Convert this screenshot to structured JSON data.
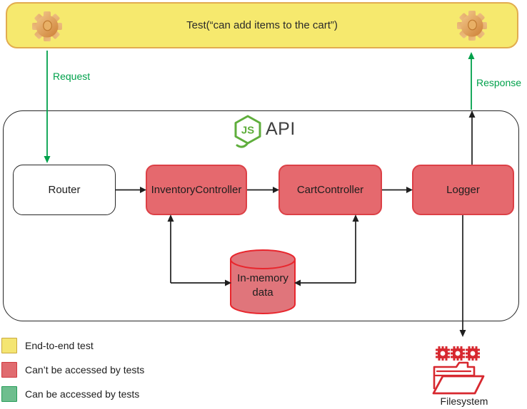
{
  "banner": {
    "title": "Test(“can add items to the cart”)"
  },
  "flow_labels": {
    "request": "Request",
    "response": "Response"
  },
  "api": {
    "logo_text": "JS",
    "title": "API"
  },
  "components": {
    "router": "Router",
    "inventory_controller": "InventoryController",
    "cart_controller": "CartController",
    "logger": "Logger",
    "in_memory": {
      "line1": "In-memory",
      "line2": "data"
    }
  },
  "legend": {
    "items": [
      {
        "label": "End-to-end test",
        "color": "#F4E572"
      },
      {
        "label": "Can’t be accessed by tests",
        "color": "#E06B6F"
      },
      {
        "label": "Can be accessed by tests",
        "color": "#6EBE8E"
      }
    ]
  },
  "filesystem": {
    "label": "Filesystem"
  },
  "colors": {
    "banner_fill": "#F6E96E",
    "banner_border": "#E2AC4F",
    "gear_orange": "#D9933F",
    "component_red_fill": "#E5696E",
    "component_red_border": "#DC4046",
    "cylinder_fill": "#E0757B",
    "cylinder_border": "#E8262D",
    "arrow_green": "#00A14B",
    "arrow_black": "#1F1F1F",
    "node_green": "#5FAE3C",
    "filesystem_red": "#D7282F"
  }
}
